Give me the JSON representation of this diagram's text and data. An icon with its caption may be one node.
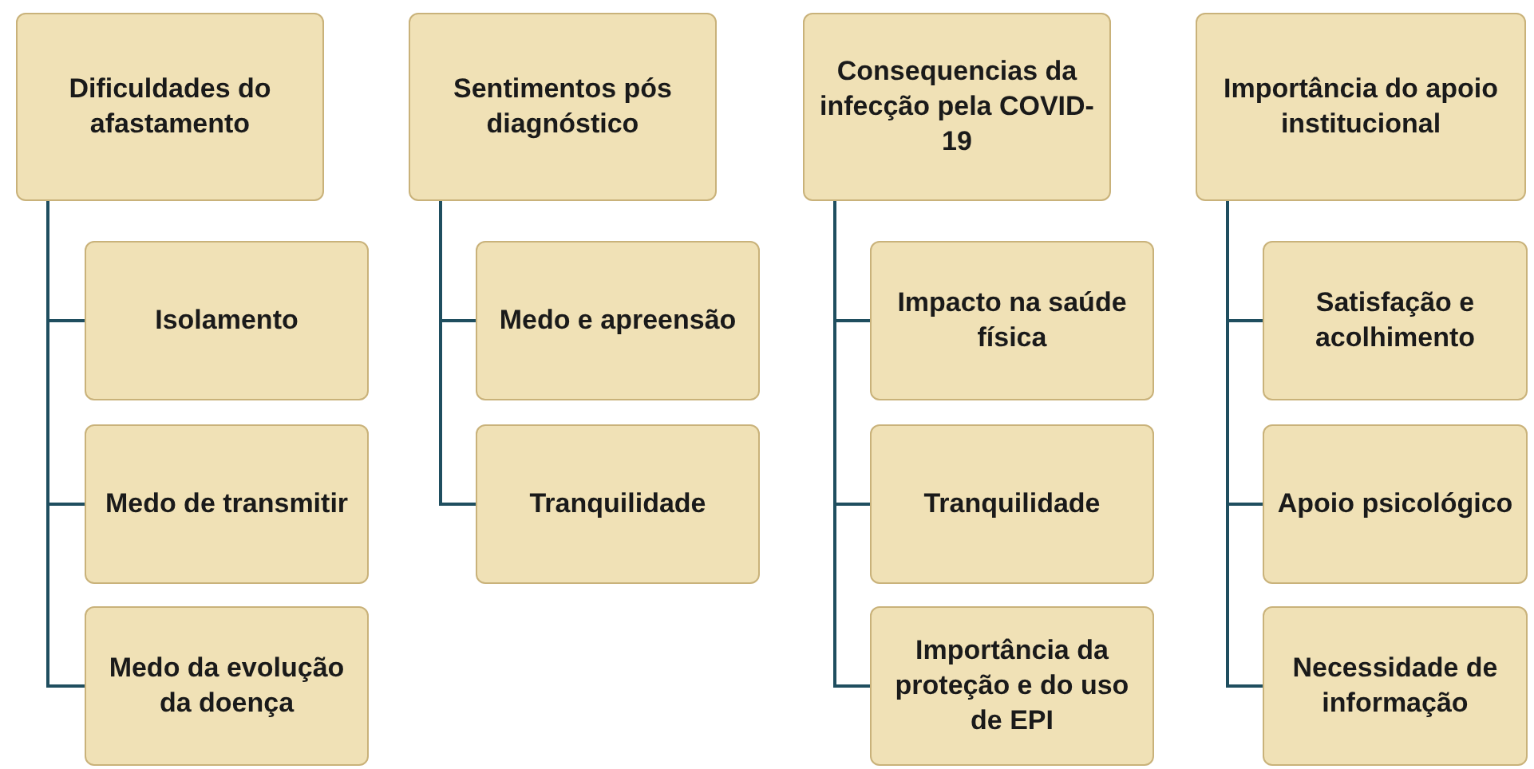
{
  "diagram": {
    "nodes": [
      {
        "text": [
          "Dificuldades do afastamento"
        ]
      },
      {
        "text": [
          "Isolamento"
        ]
      },
      {
        "text": [
          "Medo de transmitir"
        ]
      },
      {
        "text": [
          "Medo da evolução da doença"
        ]
      },
      {
        "text": [
          "Sentimentos pós diagnóstico"
        ]
      },
      {
        "text": [
          "Medo e apreensão"
        ]
      },
      {
        "text": [
          "Tranquilidade"
        ]
      },
      {
        "text": [
          "Consequencias da infecção pela COVID-19"
        ]
      },
      {
        "text": [
          "Impacto na saúde física"
        ]
      },
      {
        "text": [
          "Tranquilidade"
        ]
      },
      {
        "text": [
          "Importância da proteção e do uso de EPI"
        ]
      },
      {
        "text": [
          "Importância do apoio institucional"
        ]
      },
      {
        "text": [
          "Satisfação e acolhimento"
        ]
      },
      {
        "text": [
          "Apoio psicológico"
        ]
      },
      {
        "text": [
          "Necessidade de informação"
        ]
      }
    ],
    "edges": [
      {
        "from": 0,
        "to": 1,
        "arrow": "none"
      },
      {
        "from": 0,
        "to": 2,
        "arrow": "none"
      },
      {
        "from": 0,
        "to": 3,
        "arrow": "none"
      },
      {
        "from": 4,
        "to": 5,
        "arrow": "none"
      },
      {
        "from": 4,
        "to": 6,
        "arrow": "none"
      },
      {
        "from": 7,
        "to": 8,
        "arrow": "none"
      },
      {
        "from": 7,
        "to": 9,
        "arrow": "none"
      },
      {
        "from": 7,
        "to": 10,
        "arrow": "none"
      },
      {
        "from": 11,
        "to": 12,
        "arrow": "none"
      },
      {
        "from": 11,
        "to": 13,
        "arrow": "none"
      },
      {
        "from": 11,
        "to": 14,
        "arrow": "none"
      }
    ]
  }
}
